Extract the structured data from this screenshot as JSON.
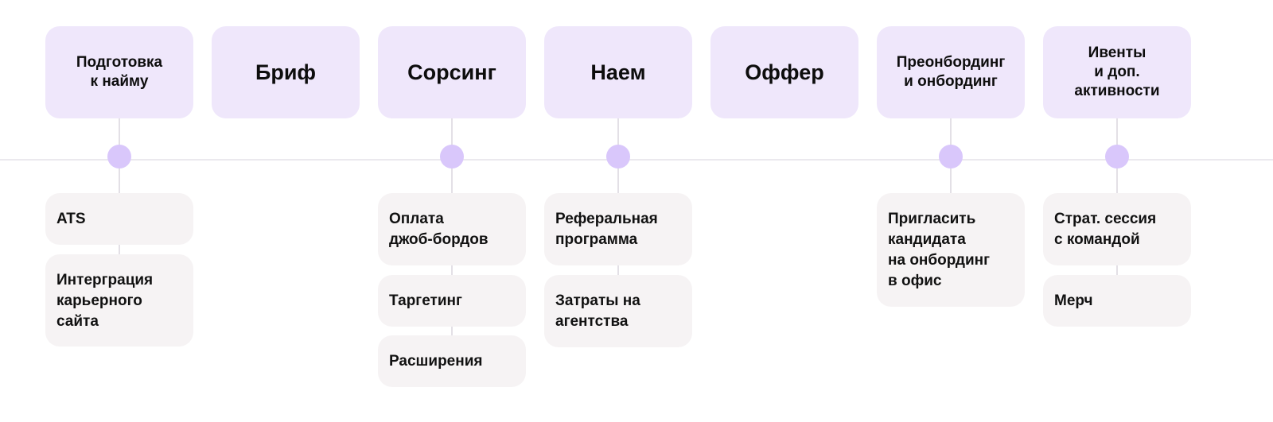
{
  "stages": [
    {
      "label": "Подготовка\nк найму",
      "items": [
        "ATS",
        "Интерграция\nкарьерного\nсайта"
      ]
    },
    {
      "label": "Бриф",
      "items": []
    },
    {
      "label": "Сорсинг",
      "items": [
        "Оплата\nджоб-бордов",
        "Таргетинг",
        "Расширения"
      ]
    },
    {
      "label": "Наем",
      "items": [
        "Реферальная\nпрограмма",
        "Затраты на\nагентства"
      ]
    },
    {
      "label": "Оффер",
      "items": []
    },
    {
      "label": "Преонбординг\nи онбординг",
      "items": [
        "Пригласить\nкандидата\nна онбординг\nв офис"
      ]
    },
    {
      "label": "Ивенты\nи доп.\nактивности",
      "items": [
        "Страт. сессия\nс командой",
        "Мерч"
      ]
    }
  ],
  "colors": {
    "stage_fill": "#efe7fb",
    "dot_fill": "#d9c7fb",
    "item_fill": "#f6f3f4",
    "line": "#ebe9ee"
  }
}
